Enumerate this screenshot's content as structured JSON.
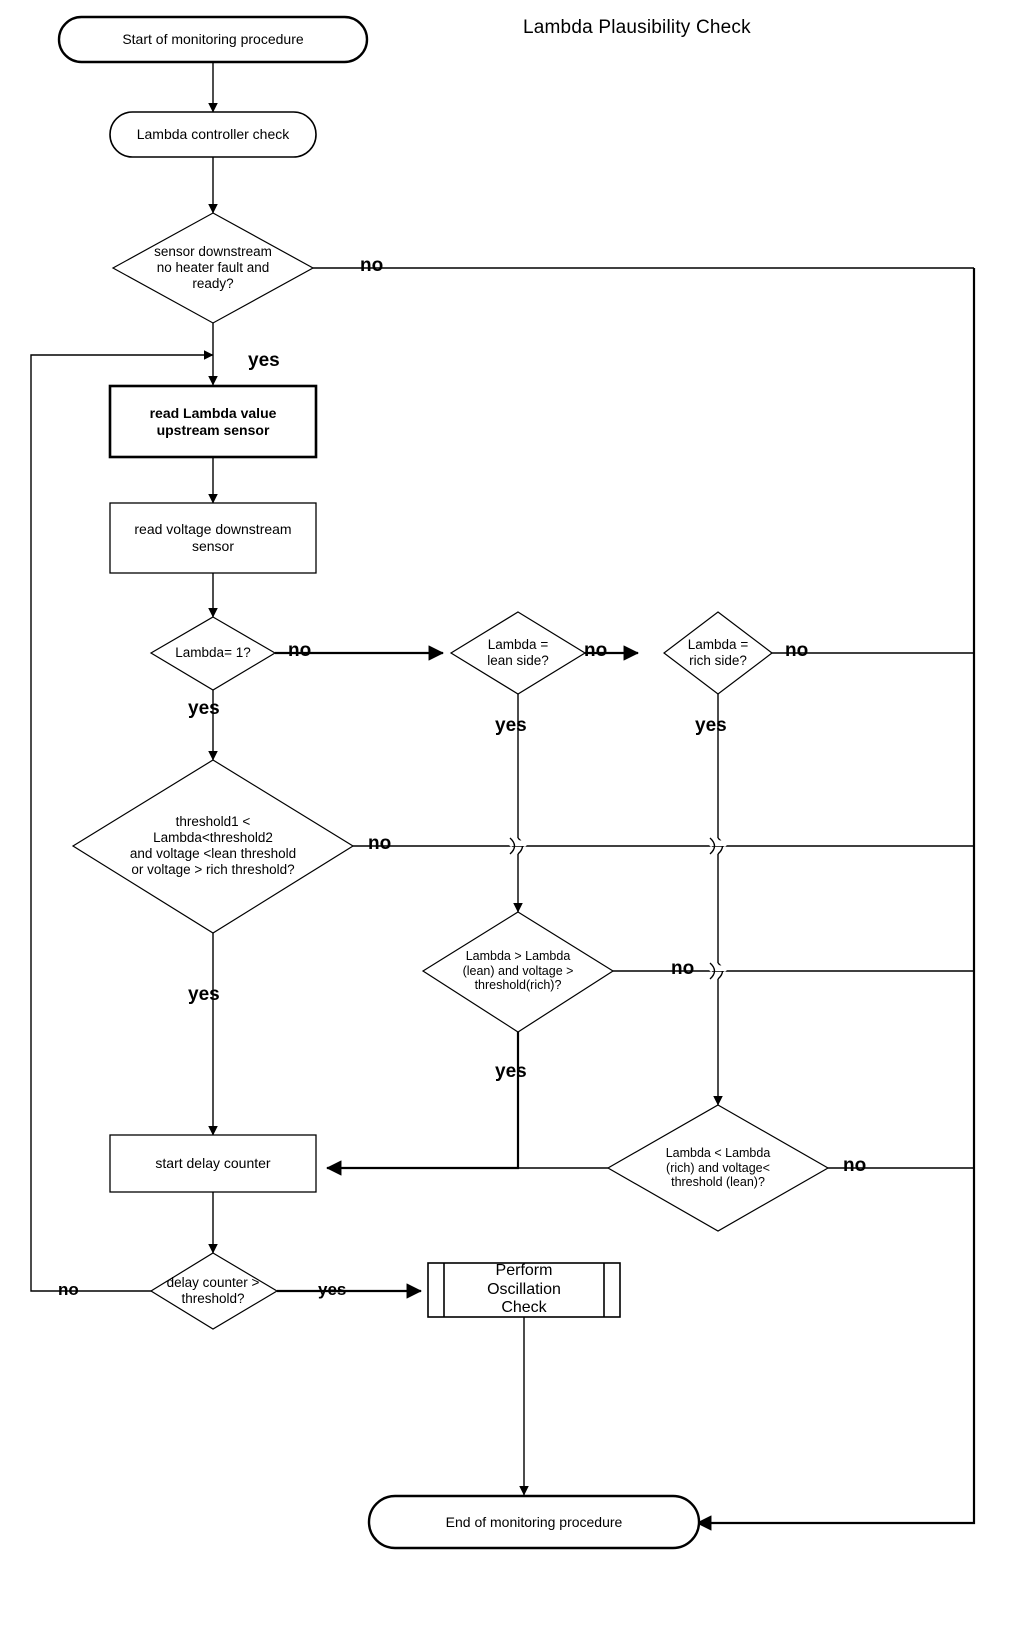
{
  "diagram": {
    "title": "Lambda Plausibility Check",
    "type": "flowchart"
  },
  "nodes": {
    "start": {
      "label": "Start of monitoring procedure",
      "shape": "terminator"
    },
    "lambda_controller_check": {
      "label": "Lambda controller check",
      "shape": "terminator"
    },
    "sensor_ready": {
      "label": "sensor downstream\nno heater fault and\nready?",
      "shape": "decision"
    },
    "read_lambda_upstream": {
      "label": "read Lambda value\nupstream sensor",
      "shape": "process"
    },
    "read_voltage_downstream": {
      "label": "read voltage downstream\nsensor",
      "shape": "process"
    },
    "lambda_eq_1": {
      "label": "Lambda= 1?",
      "shape": "decision"
    },
    "lambda_lean": {
      "label": "Lambda =\nlean side?",
      "shape": "decision"
    },
    "lambda_rich": {
      "label": "Lambda =\nrich side?",
      "shape": "decision"
    },
    "threshold_window": {
      "label": "threshold1 <\nLambda<threshold2\nand voltage <lean threshold\nor voltage  > rich threshold?",
      "shape": "decision"
    },
    "lambda_gt_lean": {
      "label": "Lambda > Lambda\n(lean) and voltage >\nthreshold(rich)?",
      "shape": "decision"
    },
    "lambda_lt_rich": {
      "label": "Lambda < Lambda\n(rich) and voltage<\nthreshold (lean)?",
      "shape": "decision"
    },
    "start_delay_counter": {
      "label": "start delay counter",
      "shape": "process"
    },
    "delay_counter_gt": {
      "label": "delay counter >\nthreshold?",
      "shape": "decision"
    },
    "perform_oscillation_check": {
      "label": "Perform\nOscillation\nCheck",
      "shape": "predefined-process"
    },
    "end": {
      "label": "End of monitoring procedure",
      "shape": "terminator"
    }
  },
  "edge_labels": {
    "sensor_ready_no": "no",
    "sensor_ready_yes": "yes",
    "lambda_eq_1_no": "no",
    "lambda_eq_1_yes": "yes",
    "lambda_lean_no": "no",
    "lambda_lean_yes": "yes",
    "lambda_rich_no": "no",
    "lambda_rich_yes": "yes",
    "threshold_window_no": "no",
    "threshold_window_yes": "yes",
    "lambda_gt_lean_no": "no",
    "lambda_gt_lean_yes": "yes",
    "lambda_lt_rich_no": "no",
    "delay_counter_no": "no",
    "delay_counter_yes": "yes"
  },
  "colors": {
    "stroke": "#000000",
    "fill": "#ffffff",
    "text": "#000000"
  }
}
